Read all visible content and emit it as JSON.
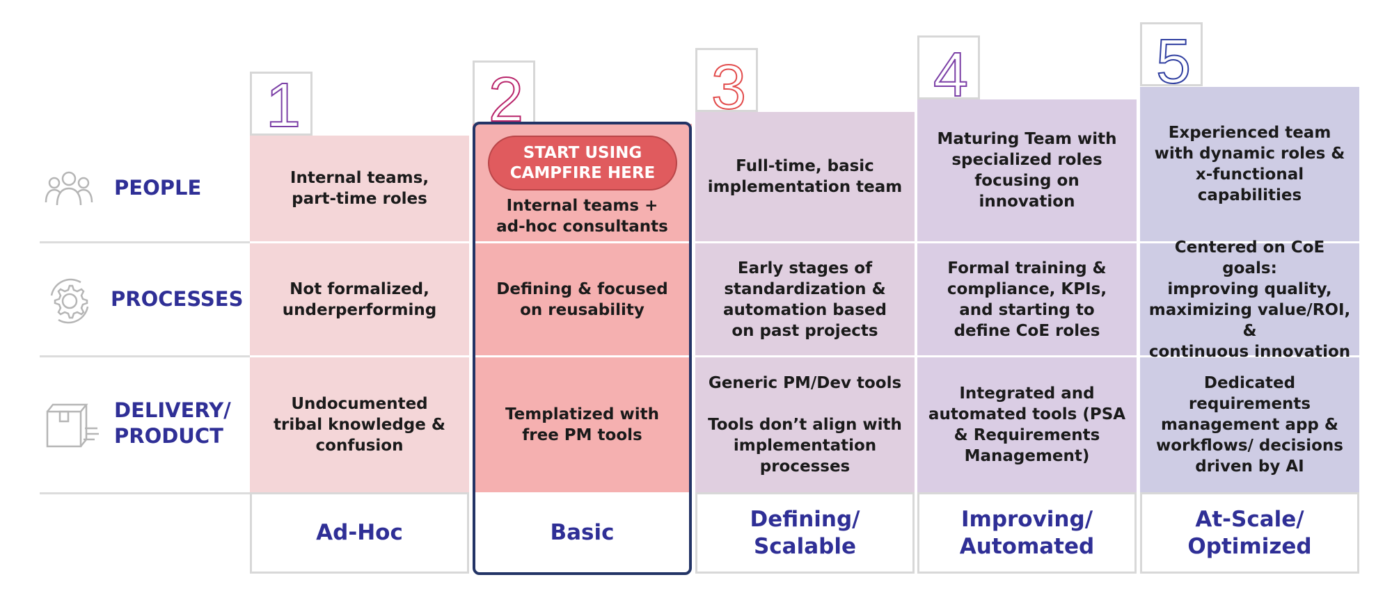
{
  "rows": [
    {
      "label": "PEOPLE",
      "icon": "people-icon"
    },
    {
      "label": "PROCESSES",
      "icon": "gear-cycle-icon"
    },
    {
      "label": "DELIVERY/\nPRODUCT",
      "icon": "delivery-box-icon"
    }
  ],
  "levels": [
    {
      "number": "1",
      "number_color": "#7b3fa6",
      "cells": [
        "Internal teams,\npart-time roles",
        "Not formalized,\nunderperforming",
        "Undocumented\ntribal knowledge &\nconfusion"
      ],
      "footer": "Ad-Hoc"
    },
    {
      "number": "2",
      "number_color": "#b8246a",
      "cells": [
        "Internal teams +\nad-hoc consultants",
        "Defining & focused\non reusability",
        "Templatized with\nfree PM tools"
      ],
      "footer": "Basic"
    },
    {
      "number": "3",
      "number_color": "#e24a4a",
      "cells": [
        "Full-time, basic\nimplementation team",
        "Early stages of\nstandardization &\nautomation based\non past projects",
        "Generic PM/Dev tools\n\nTools don’t align with\nimplementation\nprocesses"
      ],
      "footer": "Defining/\nScalable"
    },
    {
      "number": "4",
      "number_color": "#7b3fa6",
      "cells": [
        "Maturing Team with\nspecialized roles\nfocusing on\ninnovation",
        "Formal training &\ncompliance, KPIs,\nand starting to\ndefine CoE roles",
        "Integrated and\nautomated tools (PSA\n& Requirements\nManagement)"
      ],
      "footer": "Improving/\nAutomated"
    },
    {
      "number": "5",
      "number_color": "#2f3ea0",
      "cells": [
        "Experienced team\nwith dynamic roles &\nx-functional\ncapabilities",
        "Centered on CoE goals:\nimproving quality,\nmaximizing value/ROI, &\ncontinuous innovation",
        "Dedicated\nrequirements\nmanagement app &\nworkflows/ decisions\ndriven by AI"
      ],
      "footer": "At-Scale/\nOptimized"
    }
  ],
  "cta": {
    "label": "START USING\nCAMPFIRE HERE",
    "level": 2
  },
  "colors": {
    "accent_text": "#2f2f96",
    "cta_fill": "#e05b5e",
    "highlight_border": "#233466",
    "level_1_fill": "#f4d6d8",
    "level_2_fill": "#f5b0b0",
    "level_3_fill": "#e0cfe0",
    "level_4_fill": "#dacde4",
    "level_5_fill": "#cecce4"
  }
}
